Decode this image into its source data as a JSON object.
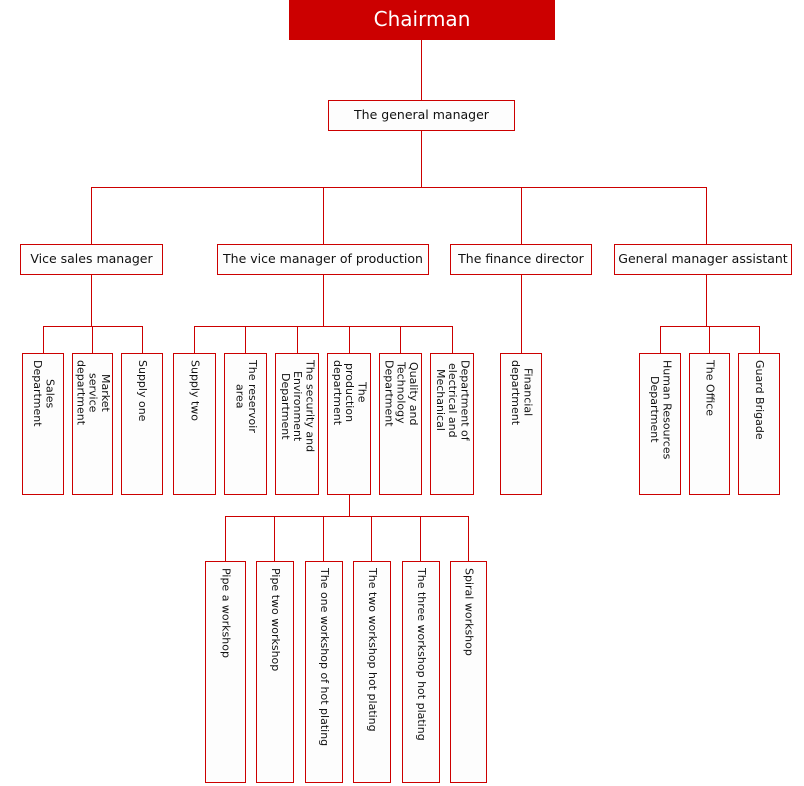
{
  "chart_data": {
    "type": "diagram",
    "title": "Organizational Structure Chart",
    "orientation": "top-down",
    "accent_color": "#cc0000",
    "root_fill": "#cc0000",
    "root_text_color": "#ffffff",
    "box_border_color": "#cc0000",
    "box_fill": "#fdfdfd",
    "levels": 4
  },
  "nodes": {
    "root": {
      "label": "Chairman"
    },
    "general_manager": {
      "label": "The general manager"
    },
    "level2": [
      {
        "label": "Vice sales manager"
      },
      {
        "label": "The vice manager of production"
      },
      {
        "label": "The finance director"
      },
      {
        "label": "General manager assistant"
      }
    ],
    "sales_children": [
      {
        "label": "Sales\nDepartment"
      },
      {
        "label": "Market\nservice\ndepartment"
      },
      {
        "label": "Supply one"
      }
    ],
    "production_children": [
      {
        "label": "Supply two"
      },
      {
        "label": "The reservoir\narea"
      },
      {
        "label": "The security and\nEnvironment\nDepartment"
      },
      {
        "label": "The\nproduction\ndepartment"
      },
      {
        "label": "Quality and\nTechnology\nDepartment"
      },
      {
        "label": "Department of\nelectrical and\nMechanical"
      }
    ],
    "finance_children": [
      {
        "label": "Financial\ndepartment"
      }
    ],
    "assistant_children": [
      {
        "label": "Human Resources\nDepartment"
      },
      {
        "label": "The Office"
      },
      {
        "label": "Guard Brigade"
      }
    ],
    "workshop_children": [
      {
        "label": "Pipe a workshop"
      },
      {
        "label": "Pipe two workshop"
      },
      {
        "label": "The one workshop of hot plating"
      },
      {
        "label": "The two workshop hot plating"
      },
      {
        "label": "The three workshop hot plating"
      },
      {
        "label": "Spiral workshop"
      }
    ]
  }
}
